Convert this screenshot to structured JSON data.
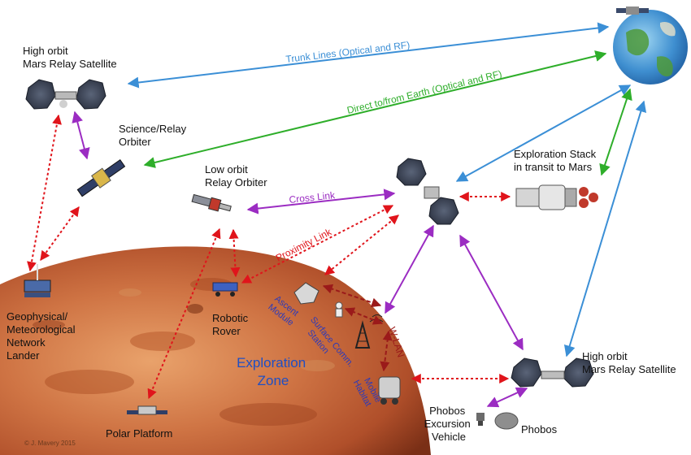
{
  "labels": {
    "high_orbit_top": [
      "High orbit",
      "Mars Relay Satellite"
    ],
    "science_relay": [
      "Science/Relay",
      "Orbiter"
    ],
    "low_orbit": [
      "Low orbit",
      "Relay Orbiter"
    ],
    "exploration_stack": [
      "Exploration Stack",
      "in transit to Mars"
    ],
    "high_orbit_bottom": [
      "High orbit",
      "Mars Relay Satellite"
    ],
    "geophysical": [
      "Geophysical/",
      "Meteorological",
      "Network",
      "Lander"
    ],
    "robotic_rover": [
      "Robotic",
      "Rover"
    ],
    "polar_platform": "Polar Platform",
    "exploration_zone": [
      "Exploration",
      "Zone"
    ],
    "phobos_vehicle": [
      "Phobos",
      "Excursion",
      "Vehicle"
    ],
    "phobos": "Phobos",
    "ascent_module": [
      "Ascent",
      "Module"
    ],
    "comm_station": [
      "Surface Comm.",
      "Station"
    ],
    "mobile_habitat": [
      "Mobile",
      "Habitat"
    ],
    "copyright": "© J. Mavery 2015"
  },
  "links": {
    "trunk": "Trunk Lines (Optical and RF)",
    "direct": "Direct to/from Earth (Optical and RF)",
    "cross": "Cross Link",
    "proximity": "Proximity Link",
    "wlan": "W-LAN"
  },
  "colors": {
    "trunk": "#3b8fd6",
    "direct": "#2eae2a",
    "cross": "#9b2cc2",
    "proximity": "#e0141b",
    "wlan": "#9b1a1a",
    "mars": "#c8663a",
    "zone_text": "#1f4fc4"
  }
}
